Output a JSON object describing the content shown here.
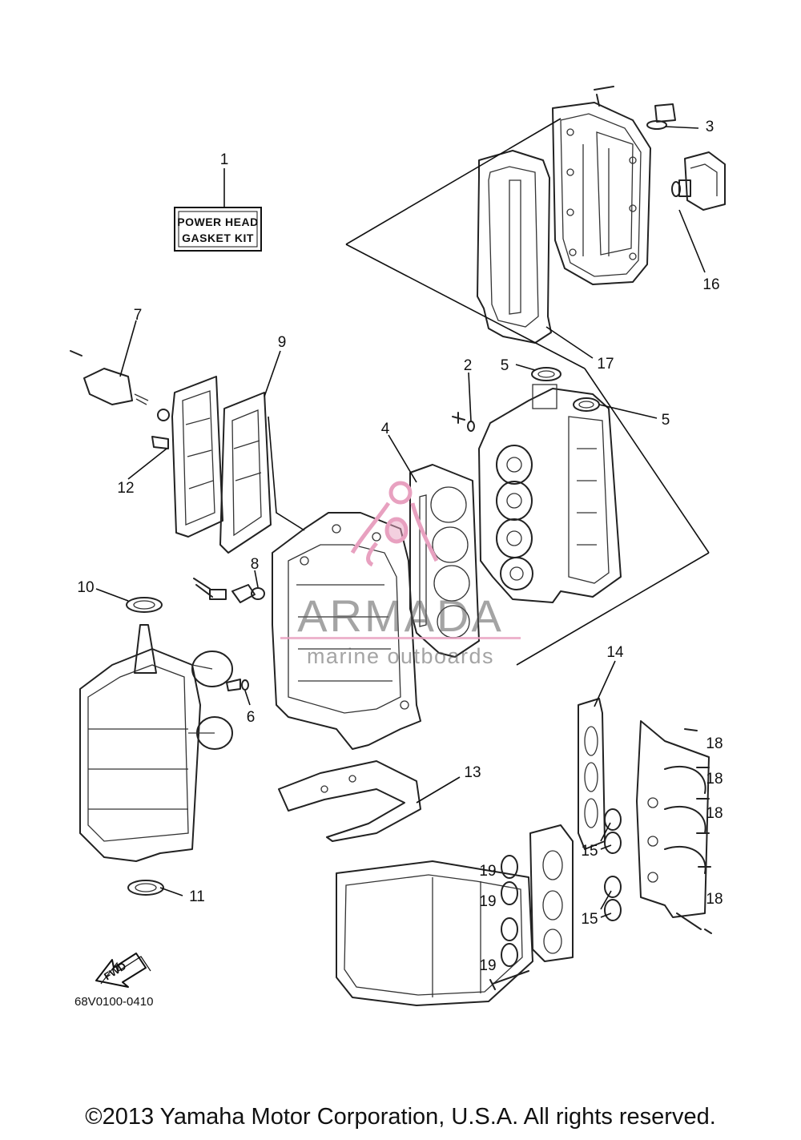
{
  "kit_label": {
    "line1": "POWER HEAD",
    "line2": "GASKET KIT"
  },
  "diagram_code": "68V0100-0410",
  "fwd_label": "FWD",
  "watermark": {
    "brand": "ARMADA",
    "sub": "marine outboards",
    "color": "#e8a1c0"
  },
  "callouts": {
    "c1": "1",
    "c2": "2",
    "c3": "3",
    "c4": "4",
    "c5a": "5",
    "c5b": "5",
    "c6": "6",
    "c7": "7",
    "c8": "8",
    "c9": "9",
    "c10": "10",
    "c11": "11",
    "c12": "12",
    "c13": "13",
    "c14": "14",
    "c15a": "15",
    "c15b": "15",
    "c16": "16",
    "c17": "17",
    "c18a": "18",
    "c18b": "18",
    "c18c": "18",
    "c18d": "18",
    "c19a": "19",
    "c19b": "19",
    "c19c": "19"
  },
  "copyright": "©2013 Yamaha Motor Corporation, U.S.A. All rights reserved."
}
